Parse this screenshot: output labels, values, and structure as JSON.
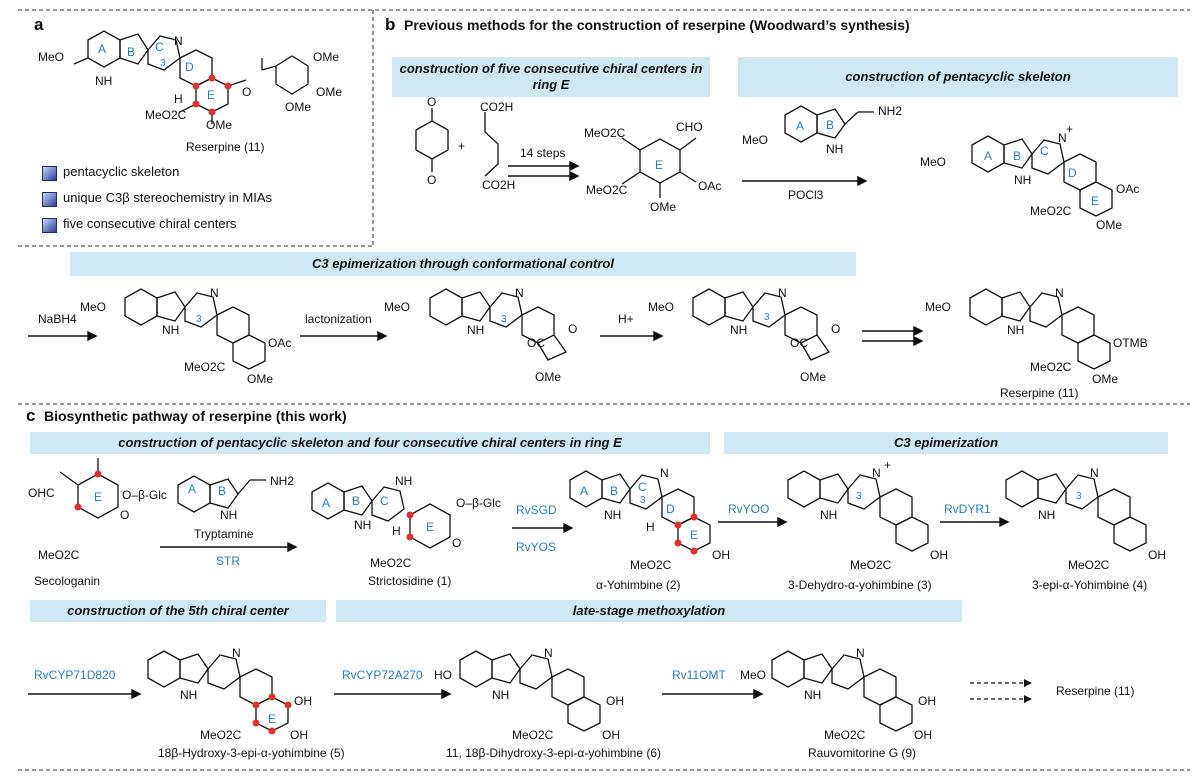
{
  "panel_a": {
    "letter": "a",
    "compound": "Reserpine (11)",
    "legend": [
      "pentacyclic skeleton",
      "unique C3β stereochemistry in MIAs",
      "five consecutive chiral centers"
    ]
  },
  "panel_b": {
    "letter": "b",
    "title": "Previous methods for the construction of reserpine (Woodward’s synthesis)",
    "banner1": "construction of five consecutive chiral centers in ring E",
    "banner2": "construction of pentacyclic skeleton",
    "banner3": "C3 epimerization through conformational control",
    "step1": "14 steps",
    "reagent_pocl3": "POCl3",
    "reagent_nabh4": "NaBH4",
    "reagent_lactonization": "lactonization",
    "reagent_h": "H+",
    "product": "Reserpine (11)"
  },
  "panel_c": {
    "letter": "c",
    "title": "Biosynthetic pathway of reserpine (this work)",
    "banner1": "construction of pentacyclic skeleton and four consecutive chiral centers in ring E",
    "banner2": "C3 epimerization",
    "banner3": "construction of the 5th chiral center",
    "banner4": "late-stage methoxylation",
    "tryptamine": "Tryptamine",
    "enzymes": {
      "str": "STR",
      "sgd": "RvSGD",
      "yos": "RvYOS",
      "yoo": "RvYOO",
      "dyr": "RvDYR1",
      "cyp71": "RvCYP71D820",
      "cyp72": "RvCYP72A270",
      "omt": "Rv11OMT"
    },
    "compounds": {
      "secologanin": "Secologanin",
      "strictosidine": "Strictosidine (1)",
      "a_yohimbine": "α-Yohimbine (2)",
      "dehydro": "3-Dehydro-α-yohimbine (3)",
      "epi": "3-epi-α-Yohimbine (4)",
      "hydroxy18": "18β-Hydroxy-3-epi-α-yohimbine (5)",
      "dihydroxy": "11, 18β-Dihydroxy-3-epi-α-yohimbine (6)",
      "rauvomitorine": "Rauvomitorine G (9)",
      "reserpine": "Reserpine (11)"
    }
  },
  "atoms": {
    "meo": "MeO",
    "ome": "OMe",
    "nh": "NH",
    "n": "N",
    "h": "H",
    "oh": "OH",
    "ho": "HO",
    "oac": "OAc",
    "otmb": "OTMB",
    "co2me": "MeO2C",
    "co2h": "CO2H",
    "cho": "CHO",
    "nh2": "NH2",
    "ohc": "OHC",
    "oglc": "O–β-Glc",
    "o": "O",
    "oc": "OC",
    "plus": "+",
    "ring_a": "A",
    "ring_b": "B",
    "ring_c": "C",
    "ring_d": "D",
    "ring_e": "E",
    "c3": "3"
  }
}
